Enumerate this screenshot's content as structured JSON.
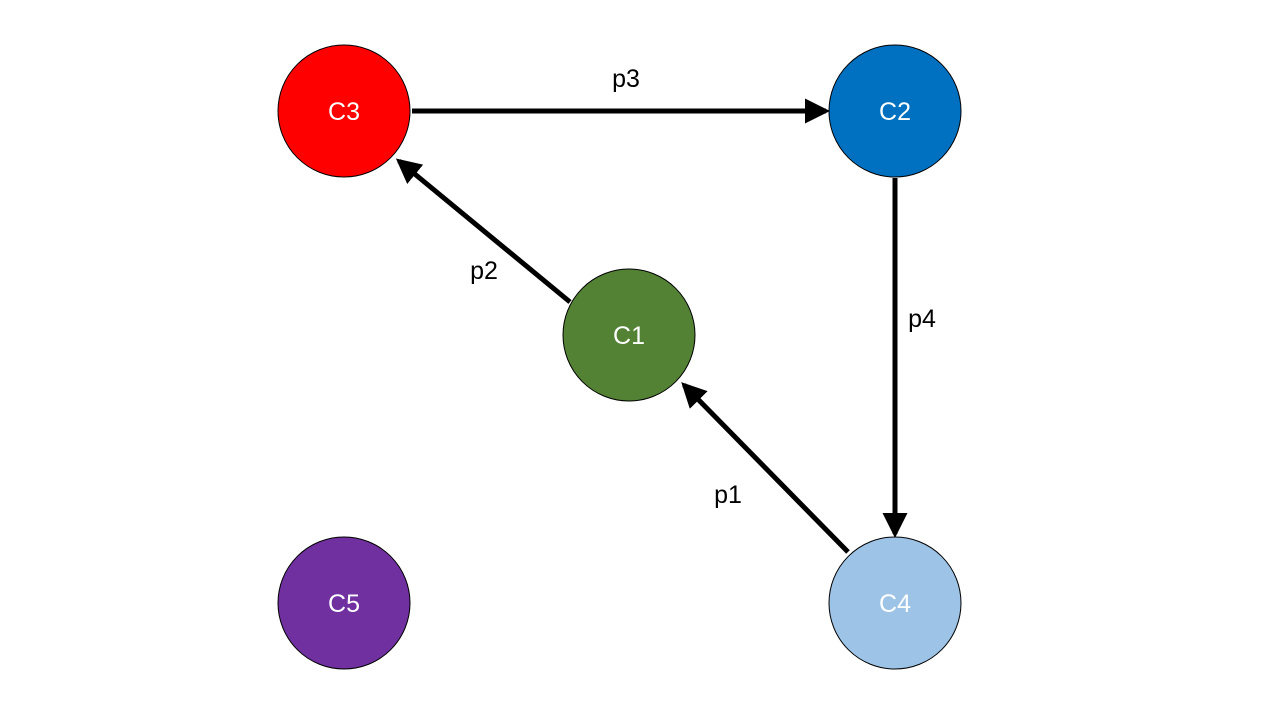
{
  "nodes": [
    {
      "id": "C3",
      "label": "C3",
      "color": "#ff0000"
    },
    {
      "id": "C2",
      "label": "C2",
      "color": "#0070c0"
    },
    {
      "id": "C1",
      "label": "C1",
      "color": "#548235"
    },
    {
      "id": "C5",
      "label": "C5",
      "color": "#7030a0"
    },
    {
      "id": "C4",
      "label": "C4",
      "color": "#9dc3e6"
    }
  ],
  "edges": [
    {
      "id": "p3",
      "label": "p3",
      "from": "C3",
      "to": "C2"
    },
    {
      "id": "p2",
      "label": "p2",
      "from": "C1",
      "to": "C3"
    },
    {
      "id": "p4",
      "label": "p4",
      "from": "C2",
      "to": "C4"
    },
    {
      "id": "p1",
      "label": "p1",
      "from": "C4",
      "to": "C1"
    }
  ]
}
